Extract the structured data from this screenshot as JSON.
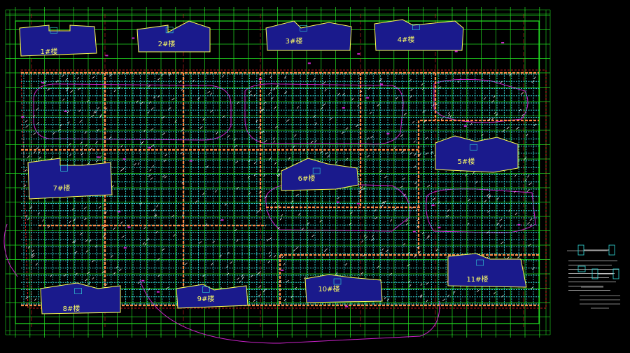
{
  "drawing": {
    "background": "#000000",
    "colors": {
      "grid": "#22dd22",
      "axis_red": "#dd2222",
      "beam_cyan": "#33dddd",
      "beam_orange": "#ff8844",
      "outline_magenta": "#cc22cc",
      "building_fill": "#1a1a8c",
      "building_edge": "#ffff55",
      "label": "#ffff66",
      "annotation_white": "#ffffff"
    },
    "buildings": [
      {
        "label": "1#楼"
      },
      {
        "label": "2#楼"
      },
      {
        "label": "3#楼"
      },
      {
        "label": "4#楼"
      },
      {
        "label": "5#楼"
      },
      {
        "label": "6#楼"
      },
      {
        "label": "7#楼"
      },
      {
        "label": "8#楼"
      },
      {
        "label": "9#楼"
      },
      {
        "label": "10#楼"
      },
      {
        "label": "11#楼"
      }
    ]
  }
}
